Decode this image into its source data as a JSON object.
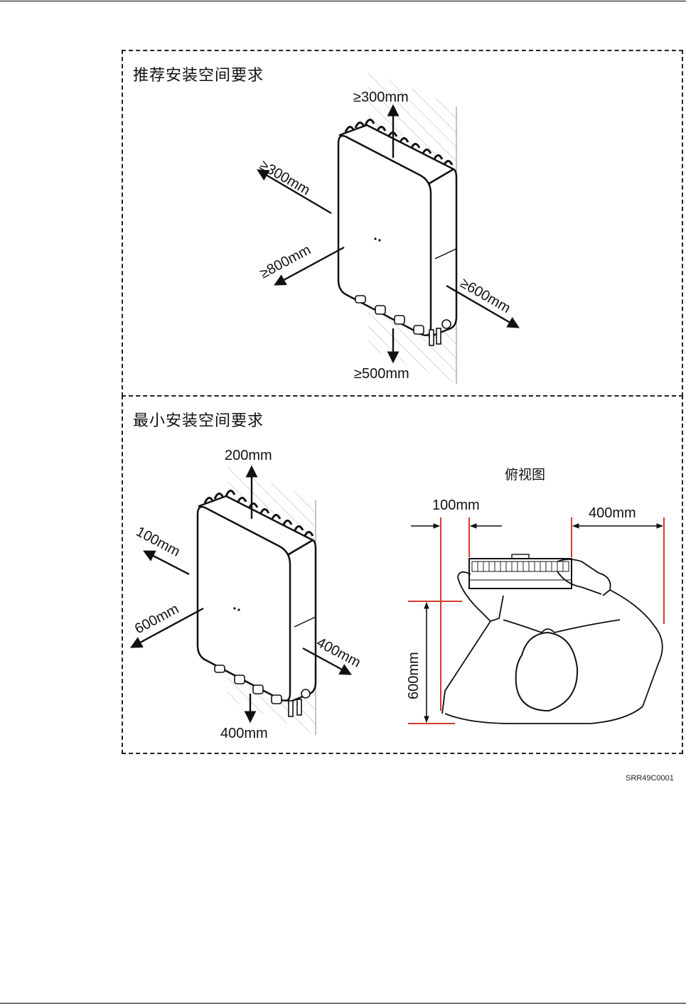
{
  "sections": {
    "recommended": {
      "title": "推荐安装空间要求",
      "clearances": {
        "top": "≥300mm",
        "left": "≥300mm",
        "front": "≥800mm",
        "right": "≥600mm",
        "bottom": "≥500mm"
      }
    },
    "minimum": {
      "title": "最小安装空间要求",
      "clearances": {
        "top": "200mm",
        "left": "100mm",
        "front": "600mm",
        "right": "400mm",
        "bottom": "400mm"
      },
      "top_view": {
        "title": "俯视图",
        "left_gap": "100mm",
        "right_gap": "400mm",
        "depth": "600mm"
      }
    }
  },
  "figure_code": "SRR49C0001"
}
